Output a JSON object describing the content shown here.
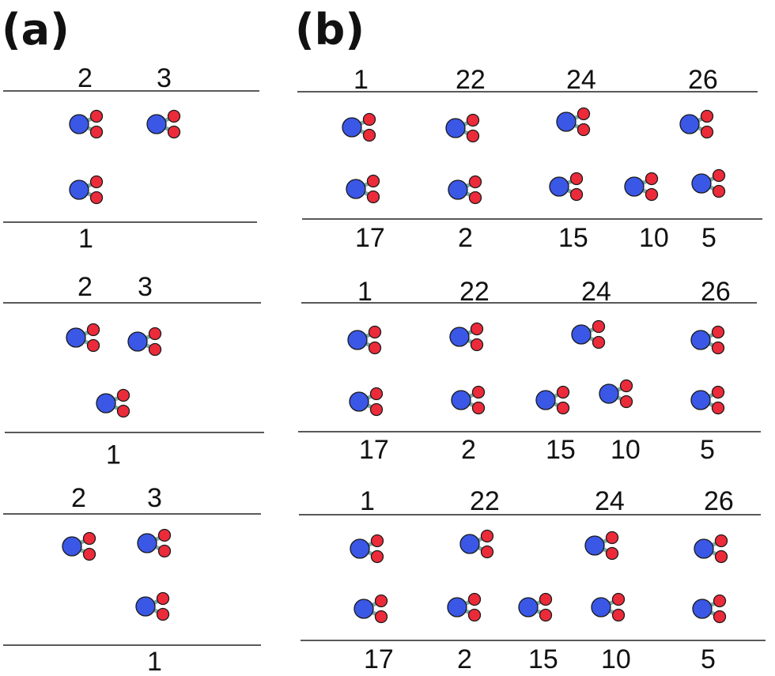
{
  "panels": [
    {
      "label": "(a)"
    },
    {
      "label": "(b)"
    }
  ],
  "colors": {
    "center_atom": "#3a57e6",
    "outer_atom": "#ec2b3a",
    "bond": "#7ea8a3",
    "outline": "#1a1a1a",
    "line": "#222222",
    "text": "#111111"
  },
  "panel_a": {
    "blocks": [
      {
        "top_labels": [
          "2",
          "3"
        ],
        "bottom_labels": [
          "1"
        ]
      },
      {
        "top_labels": [
          "2",
          "3"
        ],
        "bottom_labels": [
          "1"
        ]
      },
      {
        "top_labels": [
          "2",
          "3"
        ],
        "bottom_labels": [
          "1"
        ]
      }
    ]
  },
  "panel_b": {
    "blocks": [
      {
        "top_labels": [
          "1",
          "22",
          "24",
          "26"
        ],
        "bottom_labels": [
          "17",
          "2",
          "15",
          "10",
          "5"
        ]
      },
      {
        "top_labels": [
          "1",
          "22",
          "24",
          "26"
        ],
        "bottom_labels": [
          "17",
          "2",
          "15",
          "10",
          "5"
        ]
      },
      {
        "top_labels": [
          "1",
          "22",
          "24",
          "26"
        ],
        "bottom_labels": [
          "17",
          "2",
          "15",
          "10",
          "5"
        ]
      }
    ]
  }
}
